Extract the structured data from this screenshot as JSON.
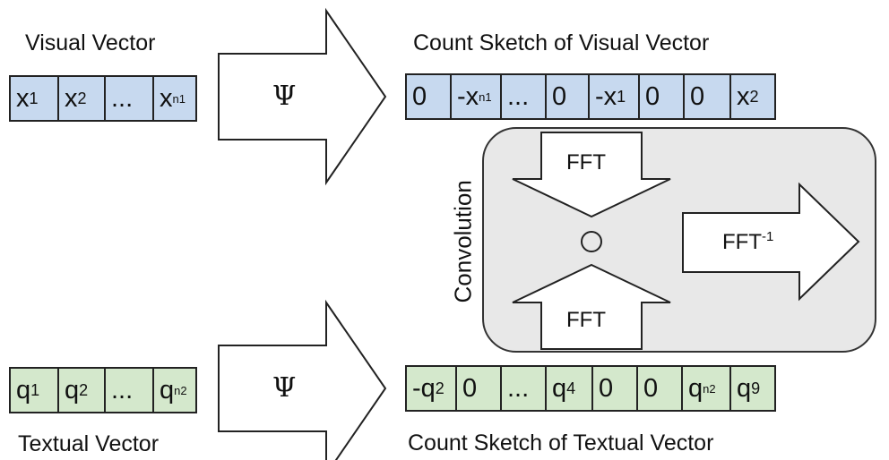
{
  "visual_vector": {
    "title": "Visual Vector",
    "cells": [
      {
        "base": "x",
        "sub": "1"
      },
      {
        "base": "x",
        "sub": "2"
      },
      {
        "base": "...",
        "sub": ""
      },
      {
        "base": "x",
        "sub": "n1"
      }
    ]
  },
  "textual_vector": {
    "title": "Textual Vector",
    "cells": [
      {
        "base": "q",
        "sub": "1"
      },
      {
        "base": "q",
        "sub": "2"
      },
      {
        "base": "...",
        "sub": ""
      },
      {
        "base": "q",
        "sub": "n2"
      }
    ]
  },
  "visual_sketch": {
    "title": "Count Sketch of Visual Vector",
    "cells": [
      {
        "base": "0",
        "sub": ""
      },
      {
        "base": "-x",
        "sub": "n1"
      },
      {
        "base": "...",
        "sub": ""
      },
      {
        "base": "0",
        "sub": ""
      },
      {
        "base": "-x",
        "sub": "1"
      },
      {
        "base": "0",
        "sub": ""
      },
      {
        "base": "0",
        "sub": ""
      },
      {
        "base": "x",
        "sub": "2"
      }
    ]
  },
  "textual_sketch": {
    "title": "Count Sketch of Textual Vector",
    "cells": [
      {
        "base": "-q",
        "sub": "2"
      },
      {
        "base": "0",
        "sub": ""
      },
      {
        "base": "...",
        "sub": ""
      },
      {
        "base": "q",
        "sub": "4"
      },
      {
        "base": "0",
        "sub": ""
      },
      {
        "base": "0",
        "sub": ""
      },
      {
        "base": "q",
        "sub": "n2"
      },
      {
        "base": "q",
        "sub": "9"
      }
    ]
  },
  "psi_top": "Ψ",
  "psi_bottom": "Ψ",
  "convolution": {
    "label": "Convolution",
    "fft_top": "FFT",
    "fft_bottom": "FFT",
    "ifft_base": "FFT",
    "ifft_sup": "-1"
  },
  "colors": {
    "visual": "#c7d9ef",
    "textual": "#d4e8cc",
    "conv_box": "#e8e8e8"
  }
}
